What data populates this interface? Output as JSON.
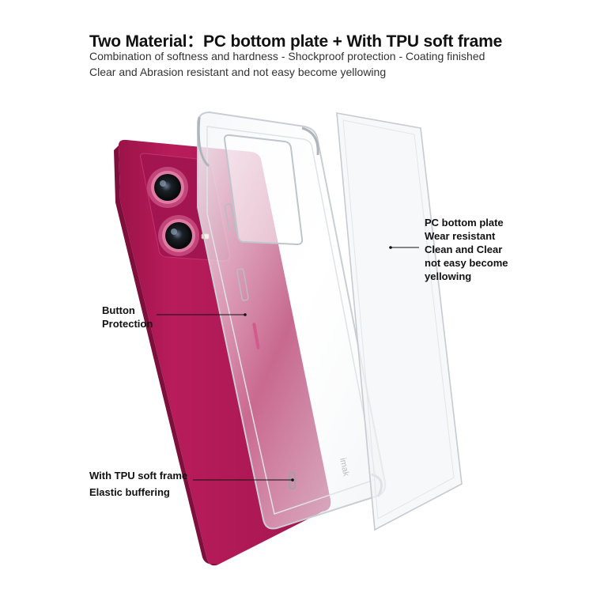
{
  "header": {
    "title": "Two Material：PC bottom plate + With TPU soft frame",
    "line1": "Combination of softness and hardness - Shockproof protection - Coating finished",
    "line2": "Clear and Abrasion resistant and not easy become yellowing"
  },
  "callouts": {
    "pc_plate": [
      "PC bottom plate",
      "Wear resistant",
      "Clean and Clear",
      "not easy become",
      "yellowing"
    ],
    "button": [
      "Button",
      "Protection"
    ],
    "tpu_frame": [
      "With TPU soft frame",
      "Elastic buffering"
    ]
  },
  "brand_mark": "imak",
  "colors": {
    "phone_body": "#b01a56",
    "phone_dark": "#8e1144",
    "lens_ring": "#d4588a",
    "background": "#ffffff",
    "text": "#111111"
  }
}
